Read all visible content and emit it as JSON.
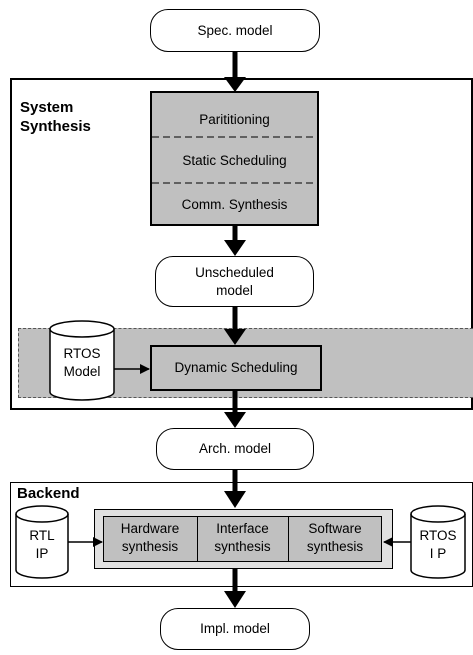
{
  "nodes": {
    "spec_model": "Spec. model",
    "partitioning": "Parititioning",
    "static_scheduling": "Static Scheduling",
    "comm_synthesis": "Comm. Synthesis",
    "unscheduled_model_line1": "Unscheduled",
    "unscheduled_model_line2": "model",
    "rtos_model_line1": "RTOS",
    "rtos_model_line2": "Model",
    "dynamic_scheduling": "Dynamic Scheduling",
    "arch_model": "Arch. model",
    "hardware_synthesis_line1": "Hardware",
    "hardware_synthesis_line2": "synthesis",
    "interface_synthesis_line1": "Interface",
    "interface_synthesis_line2": "synthesis",
    "software_synthesis_line1": "Software",
    "software_synthesis_line2": "synthesis",
    "rtl_ip_line1": "RTL",
    "rtl_ip_line2": "IP",
    "rtos_ip_line1": "RTOS",
    "rtos_ip_line2": "I P",
    "impl_model": "Impl.  model"
  },
  "sections": {
    "system_synthesis_line1": "System",
    "system_synthesis_line2": "Synthesis",
    "backend": "Backend"
  },
  "colors": {
    "block_fill": "#c0c0c0",
    "band_fill": "#c0c0c0",
    "backend_panel_fill": "#e0e0e0",
    "line": "#000000"
  }
}
